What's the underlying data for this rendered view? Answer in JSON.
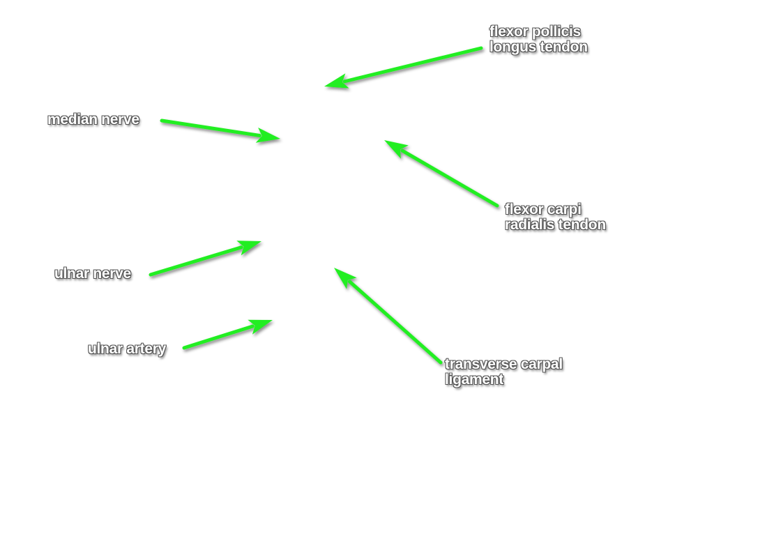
{
  "labels": {
    "flexor_pollicis": {
      "line1": "flexor pollicis",
      "line2": "longus tendon"
    },
    "median_nerve": {
      "line1": "median nerve"
    },
    "flexor_carpi": {
      "line1": "flexor carpi",
      "line2": "radialis tendon"
    },
    "ulnar_nerve": {
      "line1": "ulnar nerve"
    },
    "ulnar_artery": {
      "line1": "ulnar artery"
    },
    "transverse_carpal": {
      "line1": "transverse carpal",
      "line2": "ligament"
    }
  },
  "colors": {
    "arrow": "#22ee22",
    "background": "#ffffff",
    "label_text": "#ffffff",
    "label_outline": "#555555"
  }
}
